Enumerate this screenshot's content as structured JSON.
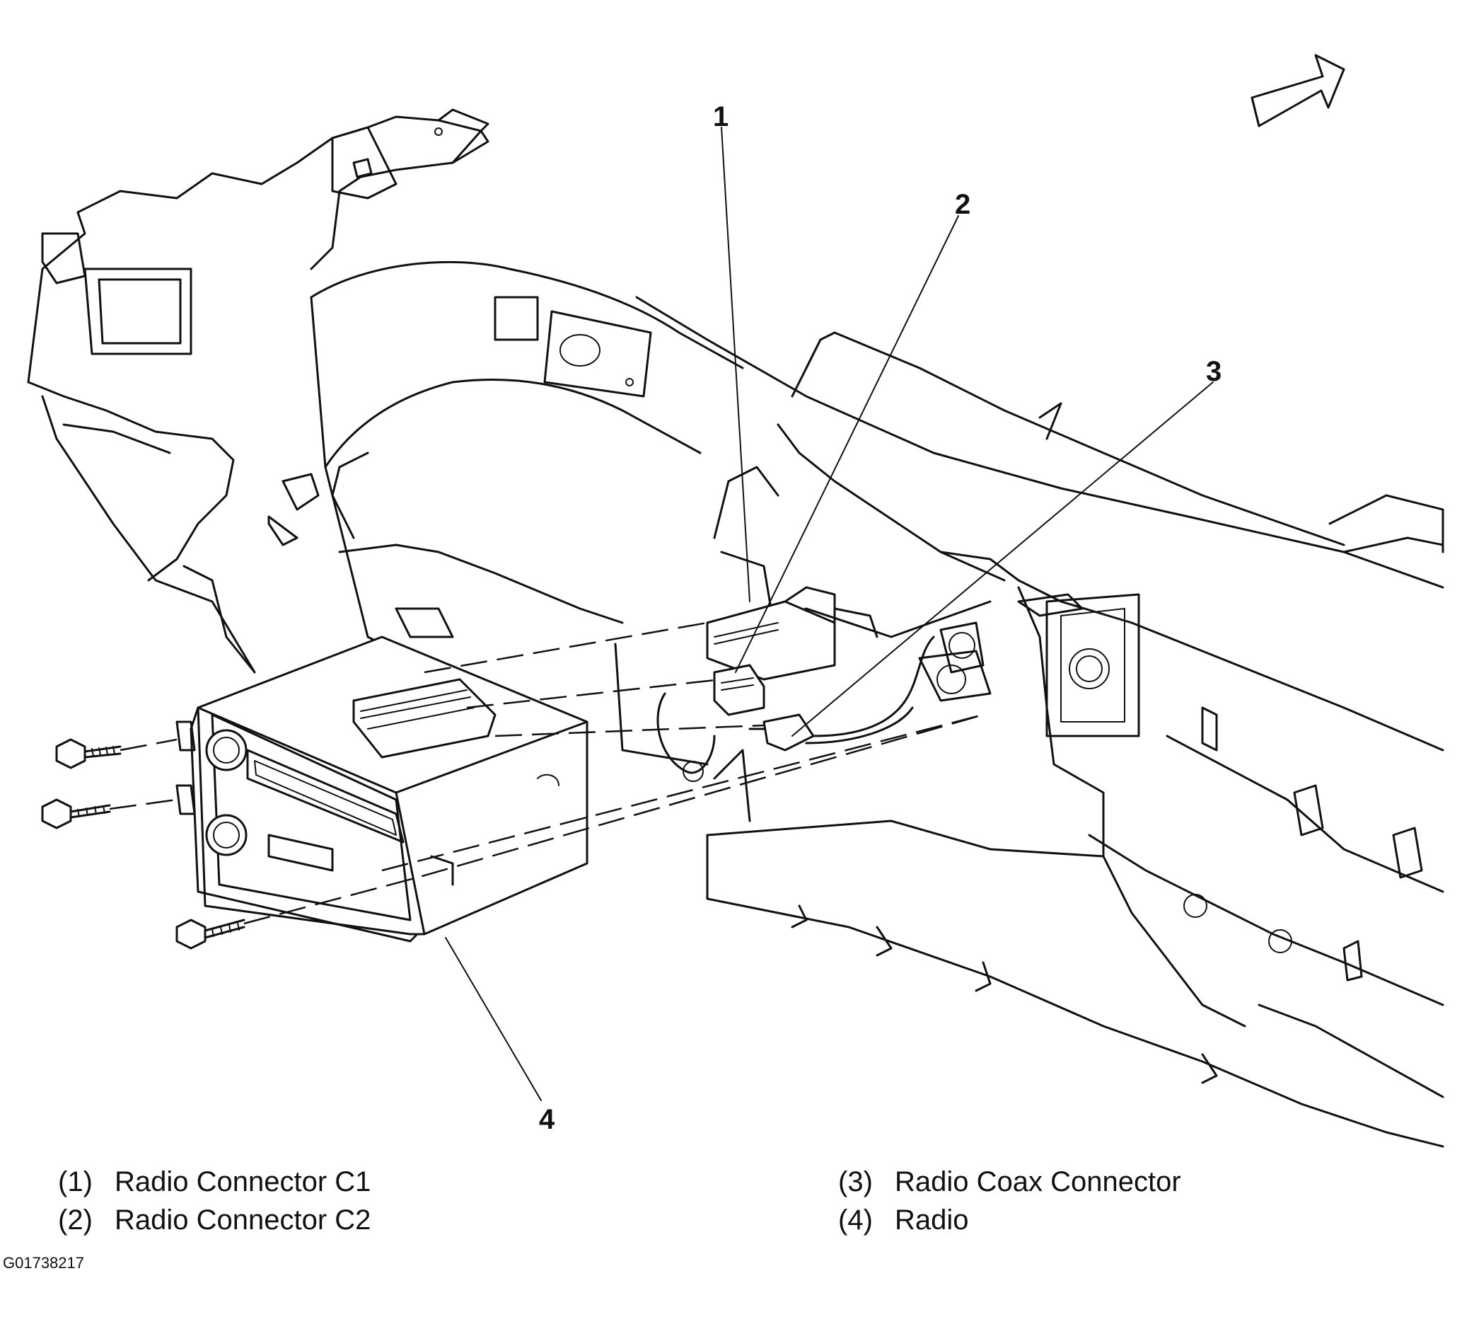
{
  "callouts": [
    {
      "id": "1",
      "label": "Radio Connector C1"
    },
    {
      "id": "2",
      "label": "Radio Connector C2"
    },
    {
      "id": "3",
      "label": "Radio Coax Connector"
    },
    {
      "id": "4",
      "label": "Radio"
    }
  ],
  "legend": {
    "left": [
      {
        "num": "(1)",
        "text": "Radio Connector C1"
      },
      {
        "num": "(2)",
        "text": "Radio Connector C2"
      }
    ],
    "right": [
      {
        "num": "(3)",
        "text": "Radio Coax Connector"
      },
      {
        "num": "(4)",
        "text": "Radio"
      }
    ]
  },
  "figure_id": "G01738217",
  "icons": {
    "orientation_arrow": "forward-arrow-icon"
  }
}
